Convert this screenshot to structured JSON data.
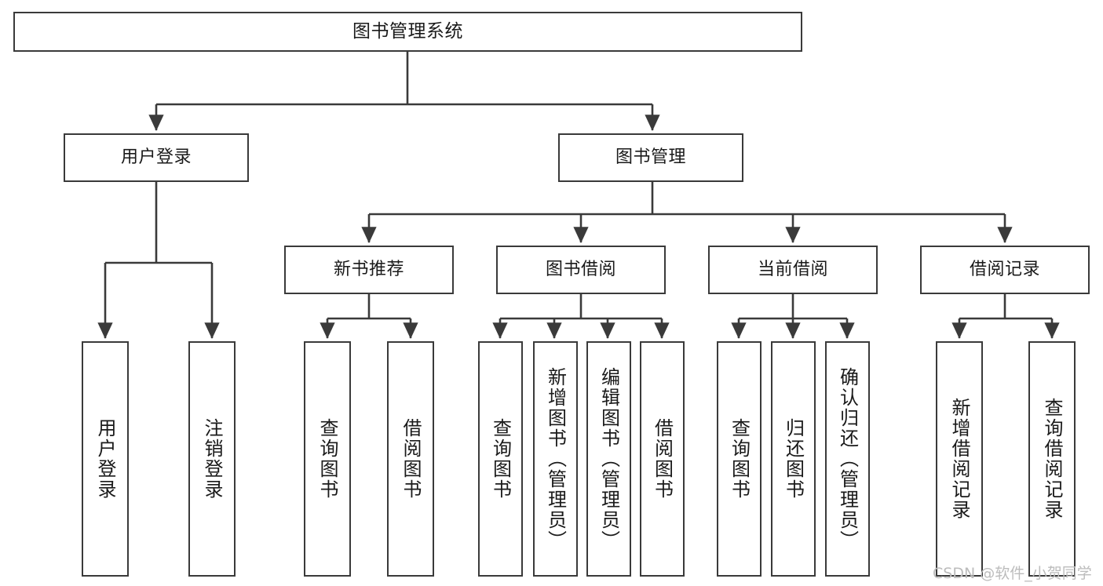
{
  "diagram": {
    "title": "图书管理系统",
    "watermark": "CSDN @软件_小贺同学",
    "line_color": "#3a3a3a",
    "box_fill": "#ffffff",
    "text_color": "#1a1a1a",
    "watermark_color": "#bcbcbc",
    "root": {
      "label": "图书管理系统"
    },
    "level2": [
      {
        "label": "用户登录"
      },
      {
        "label": "图书管理"
      }
    ],
    "level3": [
      {
        "label": "新书推荐"
      },
      {
        "label": "图书借阅"
      },
      {
        "label": "当前借阅"
      },
      {
        "label": "借阅记录"
      }
    ],
    "leaves": {
      "user_login": [
        {
          "label": "用户登录"
        },
        {
          "label": "注销登录"
        }
      ],
      "new_book_recommend": [
        {
          "label": "查询图书"
        },
        {
          "label": "借阅图书"
        }
      ],
      "book_borrow": [
        {
          "label": "查询图书"
        },
        {
          "label": "新增图书（管理员）"
        },
        {
          "label": "编辑图书（管理员）"
        },
        {
          "label": "借阅图书"
        }
      ],
      "current_borrow": [
        {
          "label": "查询图书"
        },
        {
          "label": "归还图书"
        },
        {
          "label": "确认归还（管理员）"
        }
      ],
      "borrow_record": [
        {
          "label": "新增借阅记录"
        },
        {
          "label": "查询借阅记录"
        }
      ]
    }
  }
}
